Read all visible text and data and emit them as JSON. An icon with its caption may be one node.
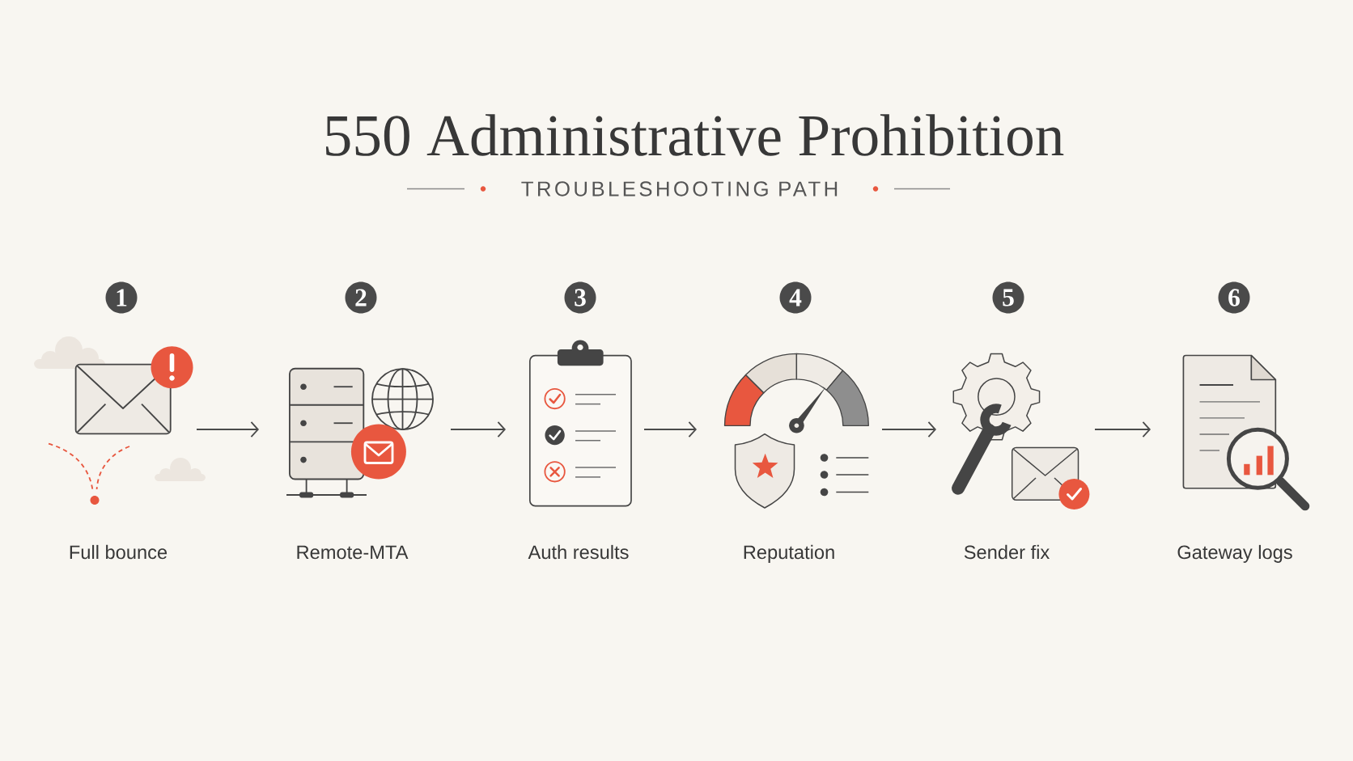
{
  "diagram": {
    "title": "550 Administrative Prohibition",
    "nodes": [
      {
        "text": [
          "1"
        ]
      },
      {
        "text": [],
        "shape": "picture",
        "beside": [
          "Full bounce"
        ]
      },
      {
        "text": [
          "2"
        ]
      },
      {
        "text": [],
        "shape": "picture",
        "beside": [
          "Remote-MTA"
        ]
      },
      {
        "text": [
          "3"
        ]
      },
      {
        "text": [],
        "shape": "picture",
        "beside": [
          "Auth results"
        ]
      },
      {
        "text": [
          "4"
        ]
      },
      {
        "text": [],
        "shape": "picture",
        "beside": [
          "Reputation"
        ]
      },
      {
        "text": [
          "5"
        ]
      },
      {
        "text": [],
        "shape": "picture",
        "beside": [
          "Sender fix"
        ]
      },
      {
        "text": [
          "6"
        ]
      },
      {
        "text": [],
        "shape": "picture",
        "beside": [
          "Gateway logs"
        ]
      }
    ],
    "edges": [
      {
        "from": 1,
        "to": 3,
        "arrow": "to"
      },
      {
        "from": 3,
        "to": 5,
        "arrow": "to"
      },
      {
        "from": 5,
        "to": 7,
        "arrow": "to"
      },
      {
        "from": 7,
        "to": 9,
        "arrow": "to"
      },
      {
        "from": 9,
        "to": 11,
        "arrow": "to"
      }
    ],
    "labels": [
      "TROUBLESHOOTING PATH"
    ]
  }
}
